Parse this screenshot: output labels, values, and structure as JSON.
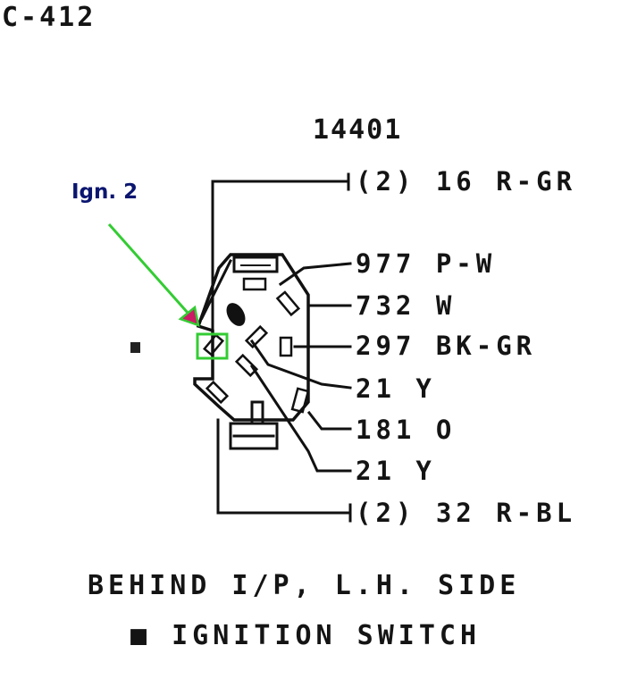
{
  "diagram": {
    "connector_id": "C-412",
    "part_number": "14401",
    "annotation": {
      "label": "Ign. 2",
      "arrow_color": "#33cc33",
      "arrowhead_color": "#cc1a66",
      "highlight_box_color": "#33cc33",
      "label_color": "#0b1670"
    },
    "wires": [
      {
        "circuit": "(2) 16",
        "color": "R-GR"
      },
      {
        "circuit": "977",
        "color": "P-W"
      },
      {
        "circuit": "732",
        "color": "W"
      },
      {
        "circuit": "297",
        "color": "BK-GR"
      },
      {
        "circuit": "21",
        "color": "Y"
      },
      {
        "circuit": "181",
        "color": "O"
      },
      {
        "circuit": "21",
        "color": "Y"
      },
      {
        "circuit": "(2) 32",
        "color": "R-BL"
      }
    ],
    "wire_label_text": [
      "(2) 16 R-GR",
      "977 P-W",
      "732 W",
      "297 BK-GR",
      "21 Y",
      "181 O",
      "21 Y",
      "(2) 32 R-BL"
    ],
    "location": "BEHIND I/P, L.H. SIDE",
    "component": "■ IGNITION SWITCH",
    "side_marker": "■"
  }
}
